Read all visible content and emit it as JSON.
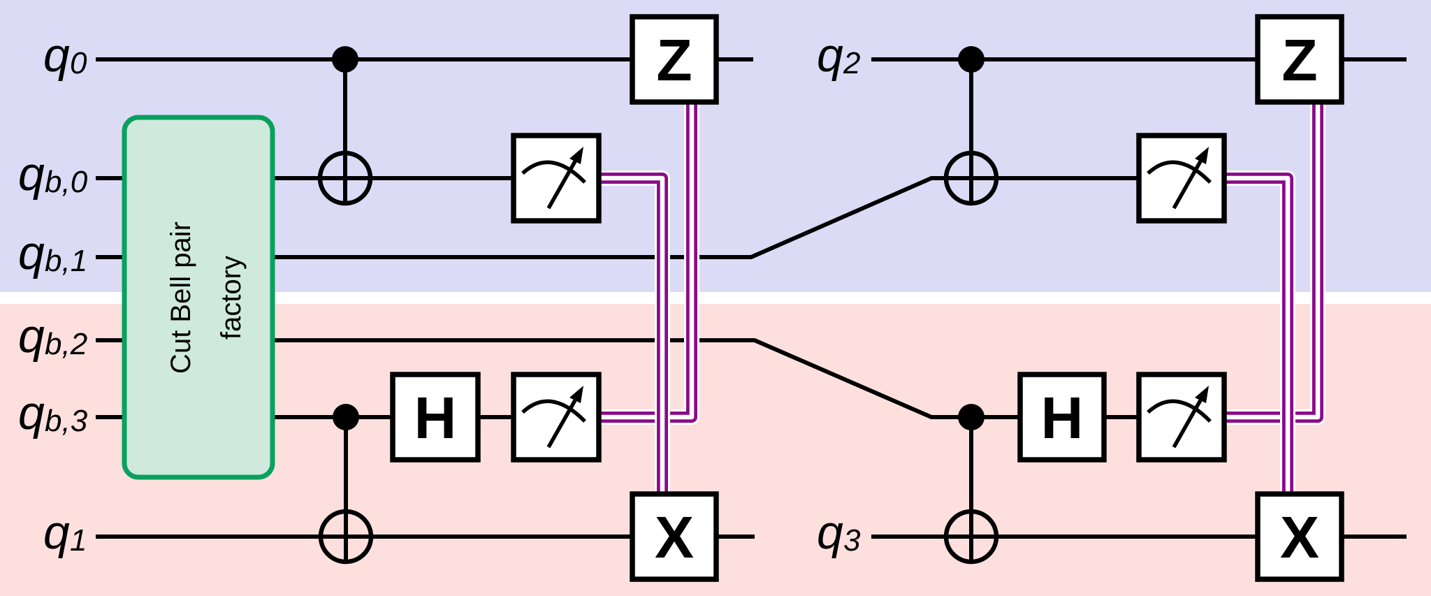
{
  "diagram": {
    "type": "quantum-circuit",
    "factory_box": {
      "label": "Cut Bell pair factory",
      "line1": "Cut Bell pair",
      "line2": "factory"
    },
    "wires": {
      "q0": {
        "base": "q",
        "sub": "0"
      },
      "qb0": {
        "base": "q",
        "sub": "b,0"
      },
      "qb1": {
        "base": "q",
        "sub": "b,1"
      },
      "qb2": {
        "base": "q",
        "sub": "b,2"
      },
      "qb3": {
        "base": "q",
        "sub": "b,3"
      },
      "q1": {
        "base": "q",
        "sub": "1"
      },
      "q2": {
        "base": "q",
        "sub": "2"
      },
      "q3": {
        "base": "q",
        "sub": "3"
      }
    },
    "gates": {
      "z": "Z",
      "x": "X",
      "h": "H"
    },
    "colors": {
      "top_region": "#dbdbf6",
      "bottom_region": "#fde0de",
      "gap": "#ffffff",
      "factory_fill": "#cfeadd",
      "factory_border": "#0aa05e",
      "classical_wire": "#8b0a8b",
      "quantum_wire": "#000000",
      "gate_fill": "#ffffff"
    }
  }
}
